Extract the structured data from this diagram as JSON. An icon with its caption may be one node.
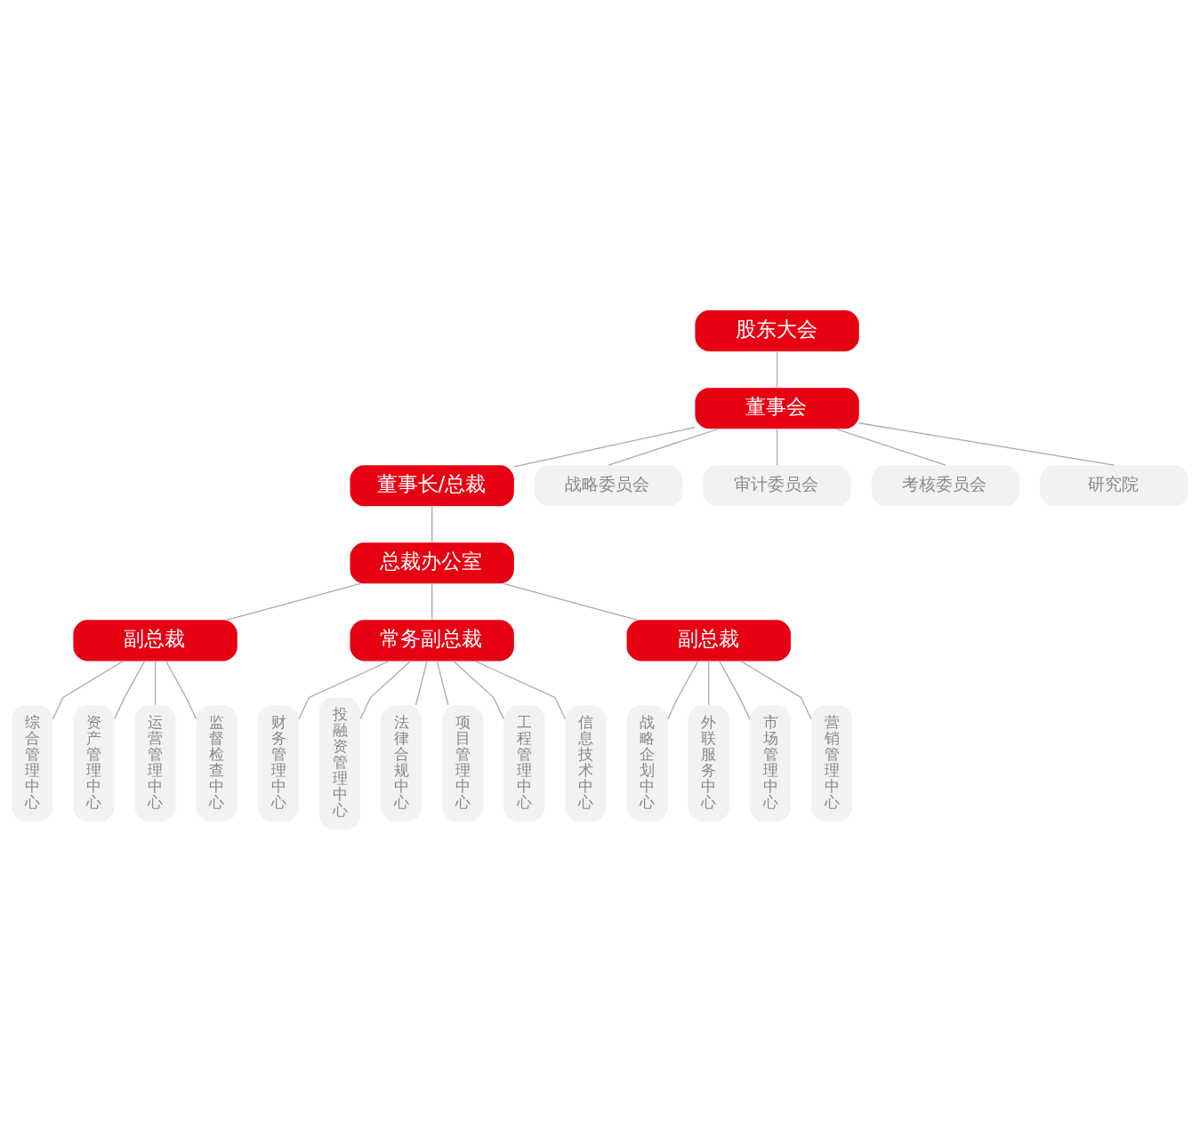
{
  "diagram": {
    "nodes": [
      {
        "text": [
          "股东大会"
        ]
      },
      {
        "text": [
          "董事会"
        ]
      },
      {
        "text": [
          "董事长/总裁"
        ]
      },
      {
        "text": [
          "总裁办公室"
        ]
      },
      {
        "text": [
          "战略委员会"
        ]
      },
      {
        "text": [
          "审计委员会"
        ]
      },
      {
        "text": [
          "考核委员会"
        ]
      },
      {
        "text": [
          "研究院"
        ]
      },
      {
        "text": [
          "副总裁"
        ]
      },
      {
        "text": [
          "常务副总裁"
        ]
      },
      {
        "text": [
          "副总裁"
        ]
      },
      {
        "text": [
          "综合管理中心"
        ]
      },
      {
        "text": [
          "资产管理中心"
        ]
      },
      {
        "text": [
          "运营管理中心"
        ]
      },
      {
        "text": [
          "监督检查中心"
        ]
      },
      {
        "text": [
          "财务管理中心"
        ]
      },
      {
        "text": [
          "投融资管理中心"
        ]
      },
      {
        "text": [
          "法律合规中心"
        ]
      },
      {
        "text": [
          "项目管理中心"
        ]
      },
      {
        "text": [
          "工程管理中心"
        ]
      },
      {
        "text": [
          "信息技术中心"
        ]
      },
      {
        "text": [
          "战略企划中心"
        ]
      },
      {
        "text": [
          "外联服务中心"
        ]
      },
      {
        "text": [
          "市场管理中心"
        ]
      },
      {
        "text": [
          "营销管理中心"
        ]
      }
    ],
    "edges": [
      {
        "from": 0,
        "to": 1,
        "arrow": "none"
      },
      {
        "from": 1,
        "to": 2,
        "arrow": "none"
      },
      {
        "from": 2,
        "to": 3,
        "arrow": "none"
      },
      {
        "from": 1,
        "to": 4,
        "arrow": "none"
      },
      {
        "from": 1,
        "to": 5,
        "arrow": "none"
      },
      {
        "from": 1,
        "to": 6,
        "arrow": "none"
      },
      {
        "from": 1,
        "to": 7,
        "arrow": "none"
      },
      {
        "from": 3,
        "to": 8,
        "arrow": "none"
      },
      {
        "from": 3,
        "to": 9,
        "arrow": "none"
      },
      {
        "from": 3,
        "to": 10,
        "arrow": "none"
      },
      {
        "from": 8,
        "to": 11,
        "arrow": "none"
      },
      {
        "from": 8,
        "to": 12,
        "arrow": "none"
      },
      {
        "from": 8,
        "to": 13,
        "arrow": "none"
      },
      {
        "from": 8,
        "to": 14,
        "arrow": "none"
      },
      {
        "from": 9,
        "to": 15,
        "arrow": "none"
      },
      {
        "from": 9,
        "to": 16,
        "arrow": "none"
      },
      {
        "from": 9,
        "to": 17,
        "arrow": "none"
      },
      {
        "from": 9,
        "to": 18,
        "arrow": "none"
      },
      {
        "from": 9,
        "to": 19,
        "arrow": "none"
      },
      {
        "from": 9,
        "to": 20,
        "arrow": "none"
      },
      {
        "from": 10,
        "to": 21,
        "arrow": "none"
      },
      {
        "from": 10,
        "to": 22,
        "arrow": "none"
      },
      {
        "from": 10,
        "to": 23,
        "arrow": "none"
      },
      {
        "from": 10,
        "to": 24,
        "arrow": "none"
      }
    ]
  }
}
